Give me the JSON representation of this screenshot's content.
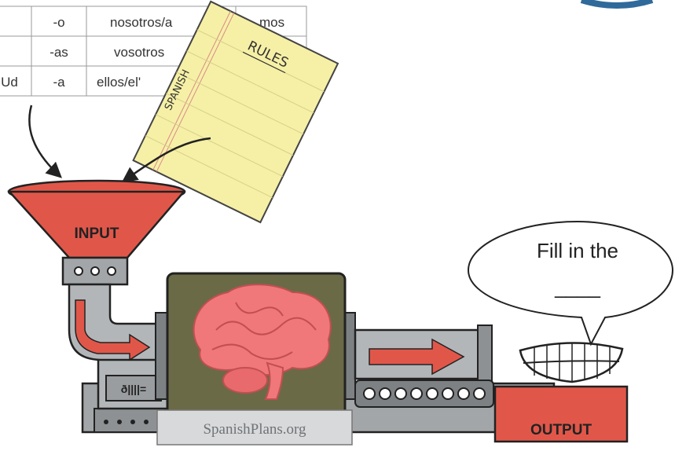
{
  "table": {
    "rows": [
      {
        "subject": "",
        "ending": "-o",
        "plural": "nosotros/a",
        "plural_ending": "mos"
      },
      {
        "subject": "",
        "ending": "-as",
        "plural": "vosotros",
        "plural_ending": ""
      },
      {
        "subject": "Ud",
        "ending": "-a",
        "plural": "ellos/el'",
        "plural_ending": ""
      }
    ]
  },
  "note": {
    "title": "RULES",
    "side_label": "SPANISH"
  },
  "funnel": {
    "label": "INPUT"
  },
  "output_box": {
    "label": "OUTPUT"
  },
  "speech": {
    "line1": "Fill in the",
    "blank": "____"
  },
  "watermark": "SpanishPlans.org",
  "colors": {
    "red": "#e0574a",
    "machine_gray": "#9aa0a3",
    "brain_box": "#6b6a47",
    "brain": "#f0787a",
    "note_yellow": "#f6f0a6",
    "line": "#222222"
  }
}
